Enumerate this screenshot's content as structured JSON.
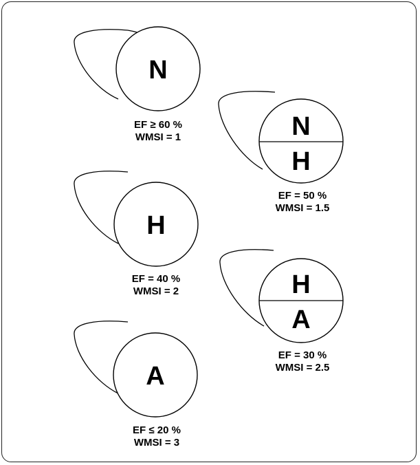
{
  "diagrams": [
    {
      "id": "normal",
      "top": "N",
      "bottom": null,
      "ef": "EF ≥ 60 %",
      "wmsi": "WMSI = 1"
    },
    {
      "id": "normal-hypo",
      "top": "N",
      "bottom": "H",
      "ef": "EF = 50 %",
      "wmsi": "WMSI = 1.5"
    },
    {
      "id": "hypo",
      "top": "H",
      "bottom": null,
      "ef": "EF = 40 %",
      "wmsi": "WMSI = 2"
    },
    {
      "id": "hypo-akinetic",
      "top": "H",
      "bottom": "A",
      "ef": "EF = 30 %",
      "wmsi": "WMSI = 2.5"
    },
    {
      "id": "akinetic",
      "top": "A",
      "bottom": null,
      "ef": "EF ≤ 20 %",
      "wmsi": "WMSI = 3"
    }
  ]
}
